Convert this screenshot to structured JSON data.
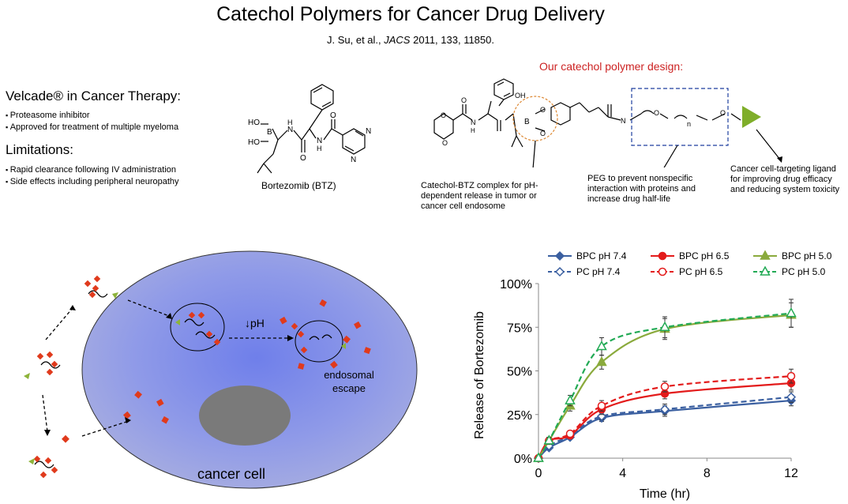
{
  "header": {
    "title": "Catechol Polymers for Cancer Drug Delivery",
    "citation_authors": "J. Su, et al., ",
    "citation_journal": "JACS",
    "citation_rest": " 2011, 133, 11850."
  },
  "design": {
    "heading": "Our catechol polymer design:"
  },
  "left_panel": {
    "velcade_heading": "Velcade® in Cancer Therapy:",
    "velcade_points": [
      "Proteasome inhibitor",
      "Approved for treatment of multiple myeloma"
    ],
    "limitations_heading": "Limitations:",
    "limitation_points": [
      "Rapid clearance following IV administration",
      "Side effects including peripheral neuropathy"
    ]
  },
  "structure": {
    "btz_label": "Bortezomib (BTZ)",
    "btz_atoms": {
      "ho1": "HO",
      "ho2": "HO",
      "b": "B",
      "n1": "N",
      "h1": "H",
      "o1": "O",
      "n2": "N",
      "h2": "H",
      "o2": "O",
      "n3": "N",
      "n4": "N"
    },
    "polymer_atoms": {
      "oh": "OH",
      "b": "B",
      "o1": "O",
      "o2": "O",
      "o3": "O",
      "n": "N",
      "h": "H",
      "n_sub": "n",
      "o4": "O",
      "o5": "O",
      "o6": "O"
    },
    "notes": {
      "catechol_btz": "Catechol-BTZ complex for pH-dependent release in tumor or cancer cell endosome",
      "peg": "PEG to prevent nonspecific interaction with proteins and increase drug half-life",
      "targeting": "Cancer cell-targeting ligand for improving drug efficacy and reducing system toxicity"
    }
  },
  "cell": {
    "label": "cancer cell",
    "ph_label": "↓pH",
    "escape_label": "endosomal escape",
    "colors": {
      "cell": "#9ba6e6",
      "nucleus": "#7a7a7a",
      "drug": "#e03a1c",
      "ligand": "#8db33a"
    }
  },
  "chart_data": {
    "type": "line",
    "ylabel": "Release of Bortezomib",
    "xlabel": "Time (hr)",
    "xlim": [
      0,
      12
    ],
    "ylim": [
      0,
      100
    ],
    "xticks": [
      0,
      4,
      8,
      12
    ],
    "yticks": [
      0,
      25,
      50,
      75,
      100
    ],
    "ytick_labels": [
      "0%",
      "25%",
      "50%",
      "75%",
      "100%"
    ],
    "series": [
      {
        "name": "BPC pH 7.4",
        "color": "#3a5fa0",
        "dashed": false,
        "marker": "diamond",
        "filled": true,
        "x": [
          0,
          0.5,
          1.5,
          3,
          6,
          12
        ],
        "y": [
          0,
          6,
          12,
          23,
          27,
          33
        ],
        "err": [
          0,
          1,
          1,
          2,
          3,
          3
        ]
      },
      {
        "name": "PC pH 7.4",
        "color": "#3a5fa0",
        "dashed": true,
        "marker": "diamond",
        "filled": false,
        "x": [
          0,
          0.5,
          1.5,
          3,
          6,
          12
        ],
        "y": [
          0,
          7,
          13,
          24,
          28,
          35
        ],
        "err": [
          0,
          1,
          1,
          2,
          3,
          3
        ]
      },
      {
        "name": "BPC pH 6.5",
        "color": "#e31b1b",
        "dashed": false,
        "marker": "circle",
        "filled": true,
        "x": [
          0,
          0.5,
          1.5,
          3,
          6,
          12
        ],
        "y": [
          0,
          10,
          13,
          28,
          37,
          43
        ],
        "err": [
          0,
          1,
          1,
          3,
          3,
          4
        ]
      },
      {
        "name": "PC pH 6.5",
        "color": "#e31b1b",
        "dashed": true,
        "marker": "circle",
        "filled": false,
        "x": [
          0,
          0.5,
          1.5,
          3,
          6,
          12
        ],
        "y": [
          0,
          10,
          14,
          30,
          41,
          47
        ],
        "err": [
          0,
          1,
          1,
          3,
          3,
          4
        ]
      },
      {
        "name": "BPC pH 5.0",
        "color": "#8aaa3c",
        "dashed": false,
        "marker": "triangle",
        "filled": true,
        "x": [
          0,
          0.5,
          1.5,
          3,
          6,
          12
        ],
        "y": [
          0,
          10,
          30,
          55,
          74,
          82
        ],
        "err": [
          0,
          2,
          3,
          4,
          6,
          7
        ]
      },
      {
        "name": "PC pH 5.0",
        "color": "#22aa55",
        "dashed": true,
        "marker": "triangle",
        "filled": false,
        "x": [
          0,
          0.5,
          1.5,
          3,
          6,
          12
        ],
        "y": [
          0,
          10,
          33,
          64,
          75,
          83
        ],
        "err": [
          0,
          2,
          3,
          5,
          6,
          8
        ]
      }
    ]
  }
}
